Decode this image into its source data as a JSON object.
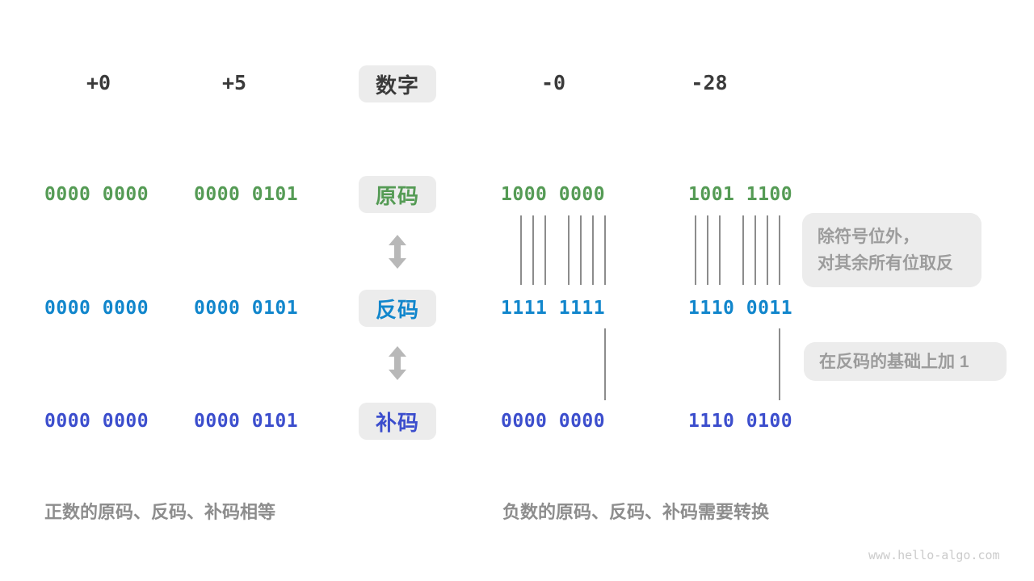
{
  "page": {
    "background": "#ffffff",
    "watermark": "www.hello-algo.com"
  },
  "palette": {
    "sign_magnitude_green": "#559b55",
    "ones_complement_blue": "#1186cc",
    "twos_complement_indigo": "#3c4ecd",
    "dark_text": "#3a3a3a",
    "pill_background": "#ececec",
    "annotation_text": "#9c9c9c",
    "caption_text": "#8d8d8d",
    "arrow_gray": "#b8b8b8",
    "line_gray": "#8c8c8c"
  },
  "header": {
    "label": "数字",
    "values": [
      "+0",
      "+5",
      "-0",
      "-28"
    ]
  },
  "rows": [
    {
      "key": "sign-magnitude",
      "label": "原码",
      "values": [
        "0000 0000",
        "0000 0101",
        "1000 0000",
        "1001 1100"
      ]
    },
    {
      "key": "ones-complement",
      "label": "反码",
      "values": [
        "0000 0000",
        "0000 0101",
        "1111 1111",
        "1110 0011"
      ]
    },
    {
      "key": "twos-complement",
      "label": "补码",
      "values": [
        "0000 0000",
        "0000 0101",
        "0000 0000",
        "1110 0100"
      ]
    }
  ],
  "annotations": {
    "invert": {
      "line1": "除符号位外，",
      "line2": "对其余所有位取反"
    },
    "add_one": {
      "text": "在反码的基础上加 1"
    }
  },
  "captions": {
    "positive": "正数的原码、反码、补码相等",
    "negative": "负数的原码、反码、补码需要转换"
  }
}
